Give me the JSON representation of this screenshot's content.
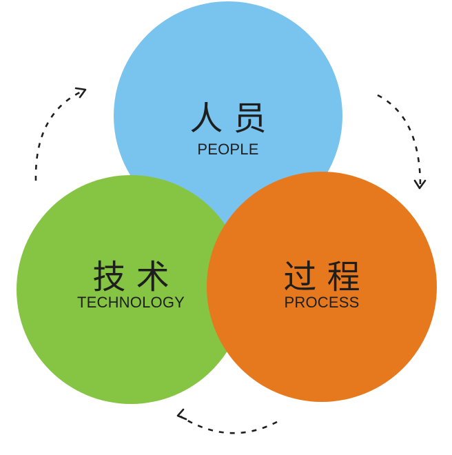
{
  "nodes": {
    "people": {
      "label_cn": "人 员",
      "label_en": "PEOPLE",
      "color": "#79c4ee"
    },
    "technology": {
      "label_cn": "技 术",
      "label_en": "TECHNOLOGY",
      "color": "#86c443"
    },
    "process": {
      "label_cn": "过 程",
      "label_en": "PROCESS",
      "color": "#e6791e"
    }
  },
  "arrows": {
    "color": "#1e1e1e",
    "style": "dashed",
    "direction": "clockwise",
    "count": 3
  }
}
